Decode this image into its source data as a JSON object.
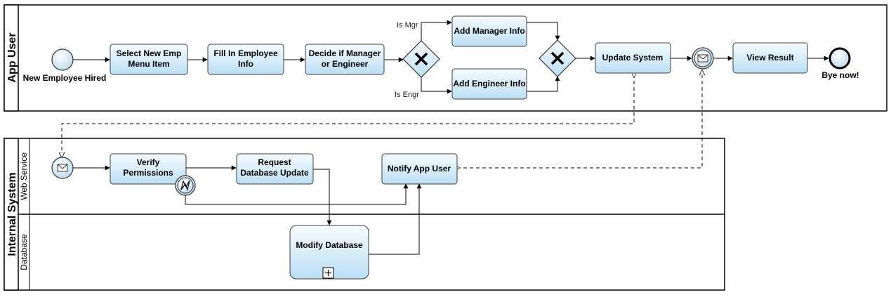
{
  "pools": {
    "app_user": {
      "title": "App User"
    },
    "internal_system": {
      "title": "Internal System",
      "lanes": {
        "web_service": "Web Service",
        "database": "Database"
      }
    }
  },
  "events": {
    "start": "New Employee Hired",
    "end": "Bye now!"
  },
  "tasks": {
    "select_new_emp": [
      "Select New Emp",
      "Menu Item"
    ],
    "fill_in_employee": [
      "Fill In Employee",
      "Info"
    ],
    "decide_manager": [
      "Decide if Manager",
      "or Engineer"
    ],
    "add_manager": [
      "Add Manager Info"
    ],
    "add_engineer": [
      "Add Engineer Info"
    ],
    "update_system": [
      "Update System"
    ],
    "view_result": [
      "View Result"
    ],
    "verify_permissions": [
      "Verify",
      "Permissions"
    ],
    "request_db_update": [
      "Request",
      "Database Update"
    ],
    "notify_app_user": [
      "Notify App User"
    ],
    "modify_database": [
      "Modify Database"
    ]
  },
  "gateway_labels": {
    "is_mgr": "Is Mgr",
    "is_engr": "Is Engr"
  }
}
